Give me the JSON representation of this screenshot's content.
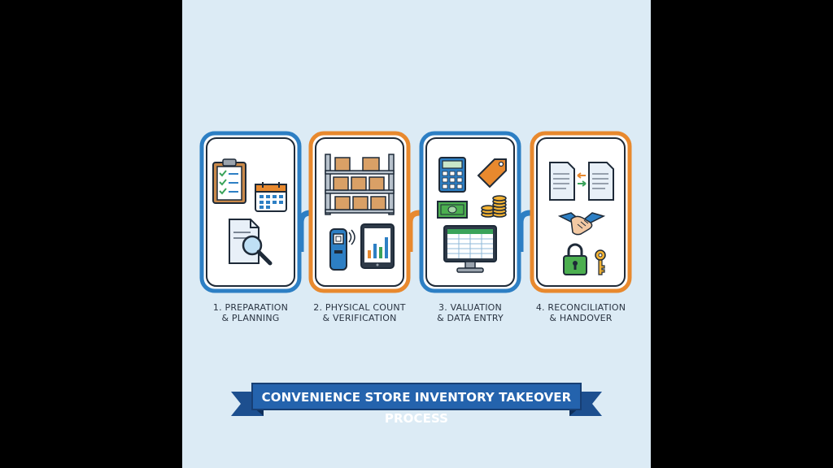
{
  "title": "CONVENIENCE STORE INVENTORY TAKEOVER PROCESS",
  "colors": {
    "background": "#dcebf5",
    "blue": "#2d7fc4",
    "orange": "#e8892e",
    "navy": "#1d4f8f",
    "text": "#2a3442"
  },
  "stages": [
    {
      "number": "1.",
      "line1": "1. PREPARATION",
      "line2": "& PLANNING",
      "frame": "blue",
      "icons": [
        "clipboard-checklist-icon",
        "calendar-icon",
        "document-magnifier-icon"
      ]
    },
    {
      "number": "2.",
      "line1": "2. PHYSICAL COUNT",
      "line2": "& VERIFICATION",
      "frame": "orange",
      "icons": [
        "shelving-boxes-icon",
        "barcode-scanner-icon",
        "tablet-chart-icon"
      ]
    },
    {
      "number": "3.",
      "line1": "3. VALUATION",
      "line2": "& DATA ENTRY",
      "frame": "blue",
      "icons": [
        "calculator-icon",
        "price-tag-icon",
        "cash-icon",
        "coins-icon",
        "spreadsheet-monitor-icon"
      ]
    },
    {
      "number": "4.",
      "line1": "4. RECONCILIATION",
      "line2": "& HANDOVER",
      "frame": "orange",
      "icons": [
        "document-compare-icon",
        "handshake-icon",
        "padlock-icon",
        "key-icon"
      ]
    }
  ]
}
